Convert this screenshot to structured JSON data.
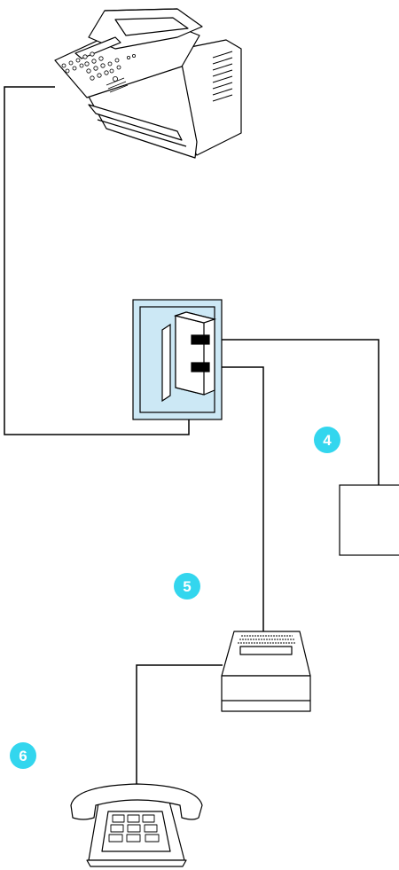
{
  "callouts": [
    {
      "id": "4",
      "label": "4"
    },
    {
      "id": "5",
      "label": "5"
    },
    {
      "id": "6",
      "label": "6"
    }
  ],
  "colors": {
    "callout_fill": "#33d6ee",
    "wall_plate_fill": "#cce8f5",
    "line": "#000000"
  },
  "icons": [
    "fax-machine-icon",
    "wall-jack-icon",
    "external-box-icon",
    "modem-icon",
    "telephone-icon"
  ]
}
